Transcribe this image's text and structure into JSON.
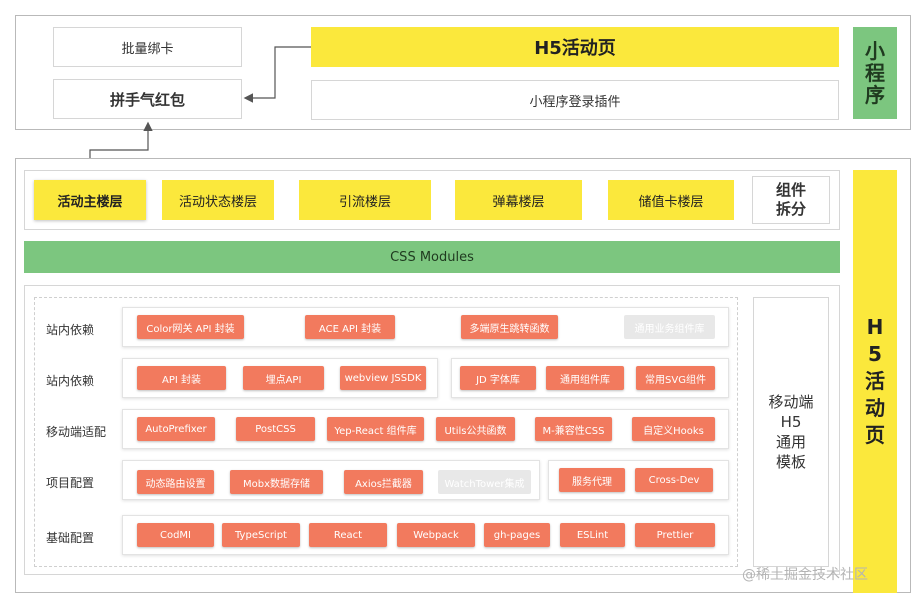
{
  "mini_program": {
    "label": "小\n程\n序",
    "batch_bind_card": "批量绑卡",
    "red_packet": "拼手气红包",
    "h5_page": "H5活动页",
    "login_plugin": "小程序登录插件"
  },
  "h5": {
    "label": "H\n5\n活\n动\n页",
    "components": [
      "活动主楼层",
      "活动状态楼层",
      "引流楼层",
      "弹幕楼层",
      "储值卡楼层"
    ],
    "split_label": "组件\n拆分",
    "css_modules": "CSS Modules",
    "template_label": "移动端\nH5\n通用\n模板",
    "rows": [
      {
        "label": "站内依赖",
        "groups": [
          {
            "chips": [
              "Color网关 API 封装",
              "ACE API 封装",
              "多端原生跳转函数",
              "通用业务组件库"
            ]
          }
        ]
      },
      {
        "label": "站内依赖",
        "groups": [
          {
            "chips": [
              "API 封装",
              "埋点API",
              "webview JSSDK"
            ]
          },
          {
            "chips": [
              "JD 字体库",
              "通用组件库",
              "常用SVG组件"
            ]
          }
        ]
      },
      {
        "label": "移动端适配",
        "groups": [
          {
            "chips": [
              "AutoPrefixer",
              "PostCSS",
              "Yep-React 组件库",
              "Utils公共函数",
              "M-兼容性CSS",
              "自定义Hooks"
            ]
          }
        ]
      },
      {
        "label": "项目配置",
        "groups": [
          {
            "chips": [
              "动态路由设置",
              "Mobx数据存储",
              "Axios拦截器",
              "WatchTower集成"
            ]
          },
          {
            "chips": [
              "服务代理",
              "Cross-Dev"
            ]
          }
        ]
      },
      {
        "label": "基础配置",
        "groups": [
          {
            "chips": [
              "CodMI",
              "TypeScript",
              "React",
              "Webpack",
              "gh-pages",
              "ESLint",
              "Prettier"
            ]
          }
        ]
      }
    ]
  },
  "watermark": "@稀土掘金技术社区",
  "colors": {
    "yellow": "#fbe83c",
    "green": "#7cc67f",
    "chip": "#f27a5e",
    "border": "#b9b9b9"
  }
}
